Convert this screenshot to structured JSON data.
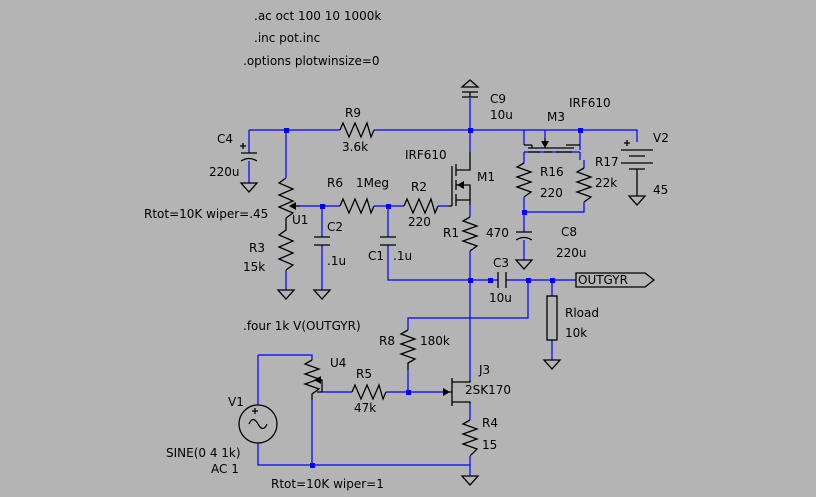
{
  "colors": {
    "background": "#b4b4b4",
    "wire": "#0000ff",
    "component": "#000000",
    "text": "#000000"
  },
  "directives": {
    "ac": ".ac oct 100 10 1000k",
    "inc": ".inc pot.inc",
    "options": ".options plotwinsize=0",
    "four": ".four 1k V(OUTGYR)"
  },
  "components": {
    "C4": {
      "name": "C4",
      "value": "220u"
    },
    "R9": {
      "name": "R9",
      "value": "3.6k"
    },
    "C9": {
      "name": "C9",
      "value": "10u"
    },
    "M3": {
      "name": "M3",
      "model": "IRF610"
    },
    "V2": {
      "name": "V2",
      "value": "45"
    },
    "R16": {
      "name": "R16",
      "value": "220"
    },
    "R17": {
      "name": "R17",
      "value": "22k"
    },
    "M1": {
      "name": "M1",
      "model": "IRF610"
    },
    "R6": {
      "name": "R6",
      "value": "1Meg"
    },
    "R2": {
      "name": "R2",
      "value": "220"
    },
    "U1": {
      "name": "U1",
      "params": "Rtot=10K wiper=.45"
    },
    "C2": {
      "name": "C2",
      "value": ".1u"
    },
    "R3": {
      "name": "R3",
      "value": "15k"
    },
    "C1": {
      "name": "C1",
      "value": ".1u"
    },
    "R1": {
      "name": "R1",
      "value": "470"
    },
    "C8": {
      "name": "C8",
      "value": "220u"
    },
    "C3": {
      "name": "C3",
      "value": "10u"
    },
    "Rload": {
      "name": "Rload",
      "value": "10k"
    },
    "R8": {
      "name": "R8",
      "value": "180k"
    },
    "U4": {
      "name": "U4",
      "params": "Rtot=10K wiper=1"
    },
    "J3": {
      "name": "J3",
      "model": "2SK170"
    },
    "R5": {
      "name": "R5",
      "value": "47k"
    },
    "V1": {
      "name": "V1",
      "source": "SINE(0 4 1k)",
      "ac": "AC 1"
    },
    "R4": {
      "name": "R4",
      "value": "15"
    }
  },
  "net_labels": {
    "output": "OUTGYR"
  }
}
